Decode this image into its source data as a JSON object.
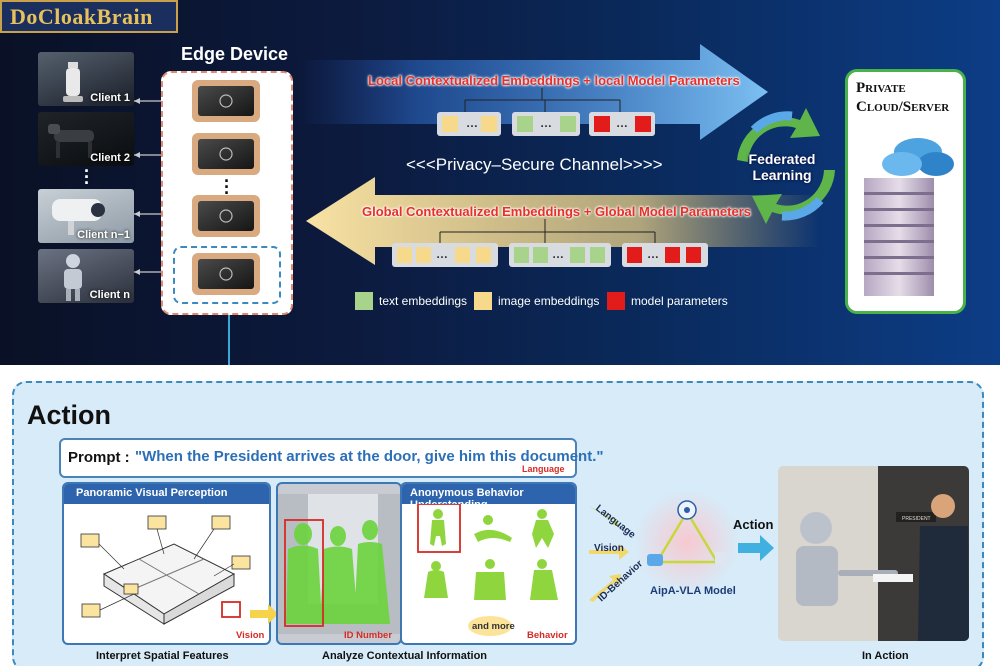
{
  "brand": {
    "name": "DoCloakBrain"
  },
  "edge": {
    "title": "Edge Device",
    "clients": [
      "Client 1",
      "Client 2",
      "Client n−1",
      "Client n"
    ],
    "dots": "…"
  },
  "channel": {
    "local_label": "Local Contextualized Embeddings + local Model Parameters",
    "global_label": "Global Contextualized Embeddings + Global Model Parameters",
    "secure_label": "<<<Privacy–Secure Channel>>>>",
    "federated_label": "Federated Learning",
    "federated_line1": "Federated",
    "federated_line2": "Learning",
    "dots": "…"
  },
  "legend": [
    {
      "label": "text embeddings",
      "color": "#a7d48a"
    },
    {
      "label": "image embeddings",
      "color": "#f6d98a"
    },
    {
      "label": "model parameters",
      "color": "#e21b1b"
    }
  ],
  "cloud": {
    "title_line1": "Private",
    "title_line2": "Cloud/Server"
  },
  "action": {
    "title": "Action",
    "prompt_label": "Prompt :",
    "prompt_text": "\"When the President arrives at the door, give him this document.\"",
    "language_tag": "Language",
    "panels": [
      {
        "header": "Panoramic Visual Perception",
        "tag": "Vision",
        "caption": "Interpret Spatial Features"
      },
      {
        "header": "Anonymous Behavior Understanding",
        "tag": "Behavior",
        "more": "and more"
      }
    ],
    "id_tag": "ID Number",
    "middle_caption": "Analyze Contextual Information",
    "inputs": [
      "Language",
      "Vision",
      "ID-Behavior"
    ],
    "model_label": "AipA-VLA Model",
    "action_arrow_label": "Action",
    "in_action_caption": "In Action",
    "photo_sign": "PRESIDENT"
  },
  "colors": {
    "accent_red": "#e8302a",
    "panel_blue": "#2d64ad",
    "federated_green": "#49b34a",
    "arrow_blue": "#5aa8e8",
    "arrow_yellow": "#f6d98a"
  }
}
